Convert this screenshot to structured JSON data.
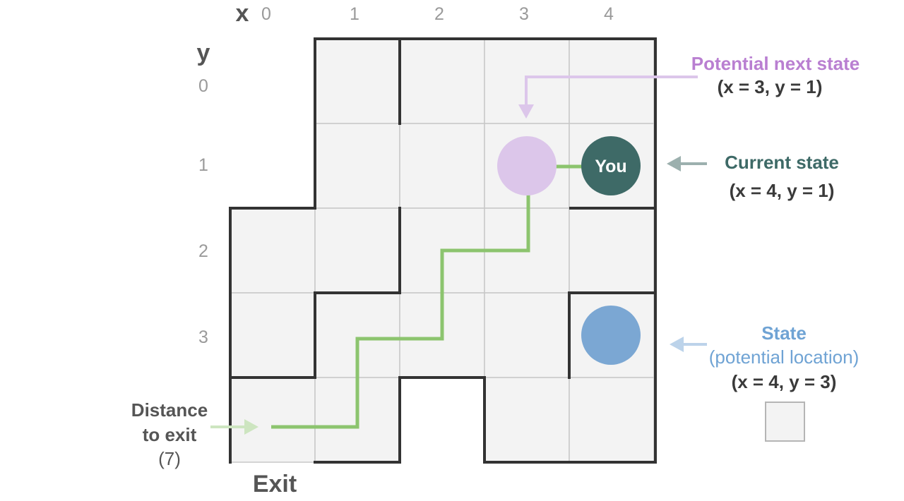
{
  "axes": {
    "x_title": "x",
    "y_title": "y",
    "x_ticks": [
      "0",
      "1",
      "2",
      "3",
      "4"
    ],
    "y_ticks": [
      "0",
      "1",
      "2",
      "3"
    ]
  },
  "grid": {
    "columns": 5,
    "rows": 5,
    "cells": [
      [
        1,
        0
      ],
      [
        2,
        0
      ],
      [
        3,
        0
      ],
      [
        4,
        0
      ],
      [
        1,
        1
      ],
      [
        2,
        1
      ],
      [
        3,
        1
      ],
      [
        4,
        1
      ],
      [
        0,
        2
      ],
      [
        1,
        2
      ],
      [
        2,
        2
      ],
      [
        3,
        2
      ],
      [
        4,
        2
      ],
      [
        0,
        3
      ],
      [
        1,
        3
      ],
      [
        2,
        3
      ],
      [
        3,
        3
      ],
      [
        4,
        3
      ],
      [
        0,
        4
      ],
      [
        1,
        4
      ],
      [
        3,
        4
      ],
      [
        4,
        4
      ]
    ],
    "path": [
      [
        3,
        1
      ],
      [
        3,
        2
      ],
      [
        2,
        2
      ],
      [
        2,
        3
      ],
      [
        1,
        3
      ],
      [
        1,
        4
      ],
      [
        0,
        4
      ]
    ],
    "path_color": "#8cc46e"
  },
  "states": {
    "current": {
      "x": 4,
      "y": 1,
      "label": "You",
      "color": "#3e6a67"
    },
    "potential_next": {
      "x": 3,
      "y": 1,
      "color": "#dcc6ea"
    },
    "state": {
      "x": 4,
      "y": 3,
      "color": "#7ba7d3"
    }
  },
  "annotations": {
    "potential_next": {
      "title": "Potential next state",
      "coords": "(x = 3, y = 1)",
      "color": "#b97fd1"
    },
    "current": {
      "title": "Current state",
      "coords": "(x = 4, y = 1)",
      "color": "#3e6a67"
    },
    "state": {
      "title": "State",
      "subtitle": "(potential location)",
      "coords": "(x = 4, y = 3)",
      "color": "#6fa3d4"
    },
    "distance": {
      "line1": "Distance",
      "line2": "to exit",
      "value": "(7)"
    },
    "exit": "Exit"
  },
  "colors": {
    "cell_fill": "#f3f3f3",
    "grid_line": "#c8c8c8",
    "wall": "#333333",
    "tick": "#9a9a9a",
    "label_dark": "#555555",
    "coords": "#3a3a3a"
  }
}
